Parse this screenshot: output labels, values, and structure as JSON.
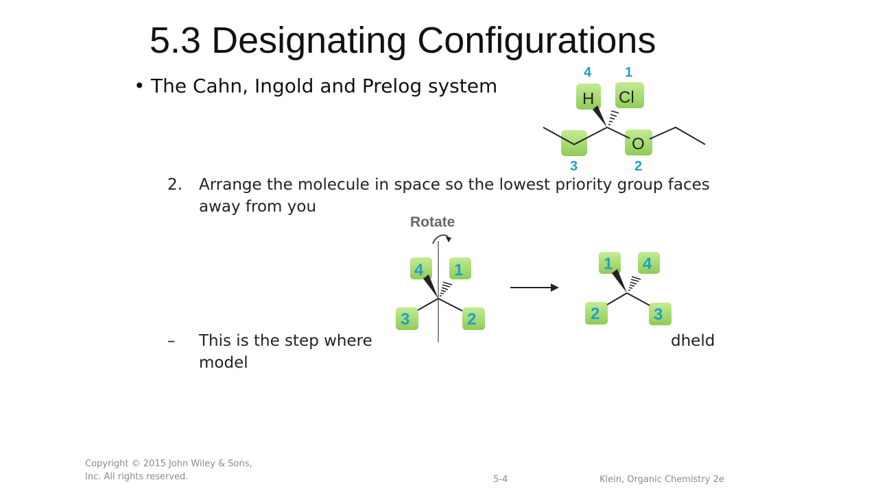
{
  "slide": {
    "title": "5.3 Designating Configurations",
    "bullet": "The Cahn, Ingold and Prelog system",
    "step_number": "2.",
    "step_text": "Arrange the molecule in space so the lowest priority group faces away from you",
    "dash": "–",
    "subpoint_line1": "This is the step where",
    "subpoint_frag": "dheld",
    "subpoint_line2": "model"
  },
  "molecule": {
    "atoms": {
      "h": "H",
      "cl": "Cl",
      "o": "O"
    },
    "priorities": {
      "h": "4",
      "cl": "1",
      "left": "3",
      "o": "2"
    }
  },
  "rotation_figure": {
    "label": "Rotate",
    "before": {
      "top_left": "4",
      "top_right": "1",
      "bottom_left": "3",
      "bottom_right": "2"
    },
    "after": {
      "top_left": "1",
      "top_right": "4",
      "bottom_left": "2",
      "bottom_right": "3"
    }
  },
  "colors": {
    "box_green": "#9fd66b",
    "label_blue": "#1ea0c8"
  },
  "footer": {
    "copyright_line1": "Copyright © 2015 John Wiley & Sons,",
    "copyright_line2": "Inc. All rights reserved.",
    "page": "5-4",
    "source": "Klein, Organic Chemistry 2e"
  }
}
